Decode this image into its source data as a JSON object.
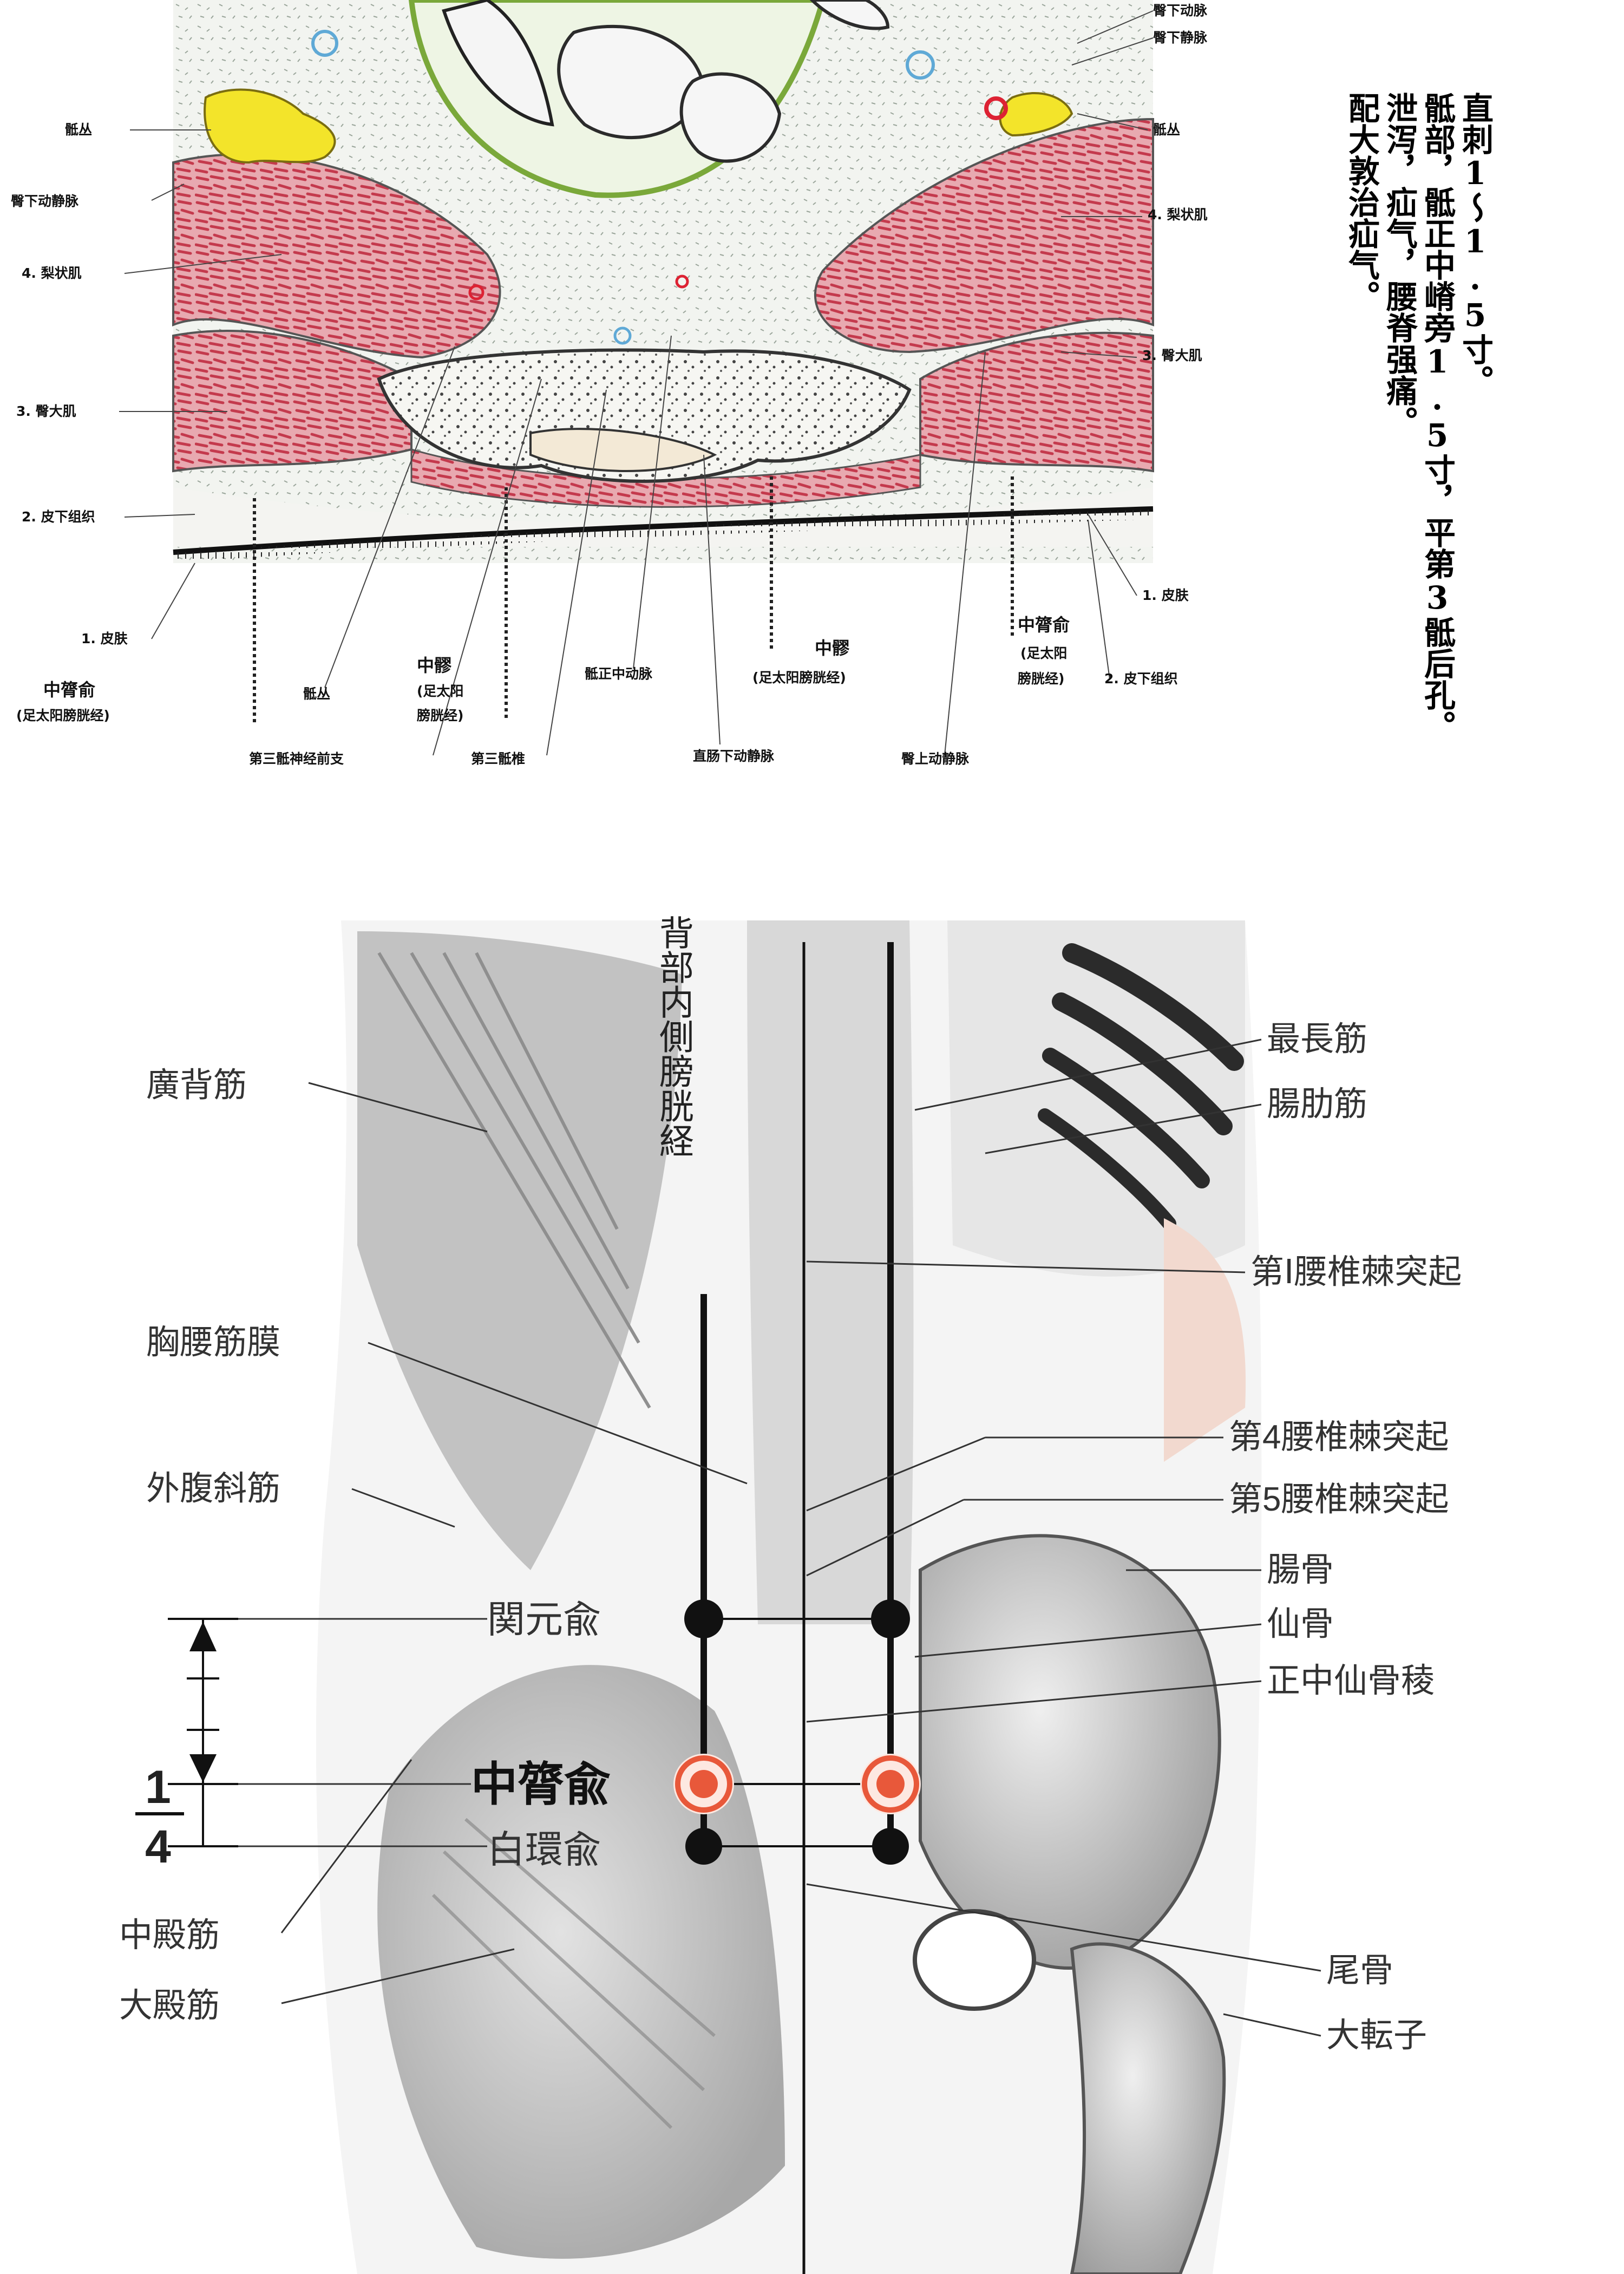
{
  "colors": {
    "muscle": "#e8a9b0",
    "muscle_line": "#c43a4d",
    "nerve": "#f3e42a",
    "fat": "#eef2ee",
    "acupoint": "#e8583a",
    "skin_line": "#111111",
    "body_gray": "#cfcfcf"
  },
  "cross_section": {
    "labels": {
      "sacral_plexus_left": "骶丛",
      "inferior_gluteal_vessels_left": "臀下动静脉",
      "piriformis_left": "4. 梨状肌",
      "gluteus_maximus_left": "3. 臀大肌",
      "subcutaneous_left": "2. 皮下组织",
      "skin_left": "1. 皮肤",
      "zhonglushu_left_name": "中膂俞",
      "zhonglushu_left_meridian": "(足太阳膀胱经)",
      "sacral_plexus_bottom": "骶丛",
      "zhongliao_left_name": "中髎",
      "zhongliao_left_meridian_1": "(足太阳",
      "zhongliao_left_meridian_2": "膀胱经)",
      "third_sacral_nerve": "第三骶神经前支",
      "third_sacral_vertebra": "第三骶椎",
      "median_sacral_artery": "骶正中动脉",
      "inferior_rectal_vessels": "直肠下动静脉",
      "zhongliao_right_name": "中髎",
      "zhongliao_right_meridian": "(足太阳膀胱经)",
      "superior_gluteal_vessels": "臀上动静脉",
      "inferior_gluteal_artery_right": "臀下动脉",
      "inferior_gluteal_vein_right": "臀下静脉",
      "sacral_plexus_right": "骶丛",
      "piriformis_right": "4. 梨状肌",
      "gluteus_maximus_right": "3. 臀大肌",
      "skin_right": "1. 皮肤",
      "zhonglushu_right_name": "中膂俞",
      "zhonglushu_right_meridian_1": "(足太阳",
      "zhonglushu_right_meridian_2": "膀胱经)",
      "subcutaneous_right": "2. 皮下组织"
    }
  },
  "notes": {
    "col1": "直刺1～1.5寸。",
    "col2": "骶部，骶正中嵴旁1.5寸，平第3骶后孔。",
    "col3": "泄泻，疝气，腰脊强痛。",
    "col4": "配大敦治疝气。"
  },
  "back_view": {
    "meridian_title": "背部内側膀胱経",
    "labels": {
      "latissimus": "廣背筋",
      "thoracolumbar_fascia": "胸腰筋膜",
      "external_oblique": "外腹斜筋",
      "guanyuanshu": "関元兪",
      "zhonglushu": "中膂兪",
      "baihuanshu": "白環兪",
      "gluteus_medius": "中殿筋",
      "gluteus_maximus": "大殿筋",
      "longissimus": "最長筋",
      "iliocostalis": "腸肋筋",
      "l1_spinous": "第Ⅰ腰椎棘突起",
      "l4_spinous": "第4腰椎棘突起",
      "l5_spinous": "第5腰椎棘突起",
      "ilium": "腸骨",
      "sacrum": "仙骨",
      "median_sacral_crest": "正中仙骨稜",
      "coccyx": "尾骨",
      "greater_trochanter": "大転子"
    },
    "scale": {
      "numerator": "1",
      "denominator": "4"
    }
  }
}
